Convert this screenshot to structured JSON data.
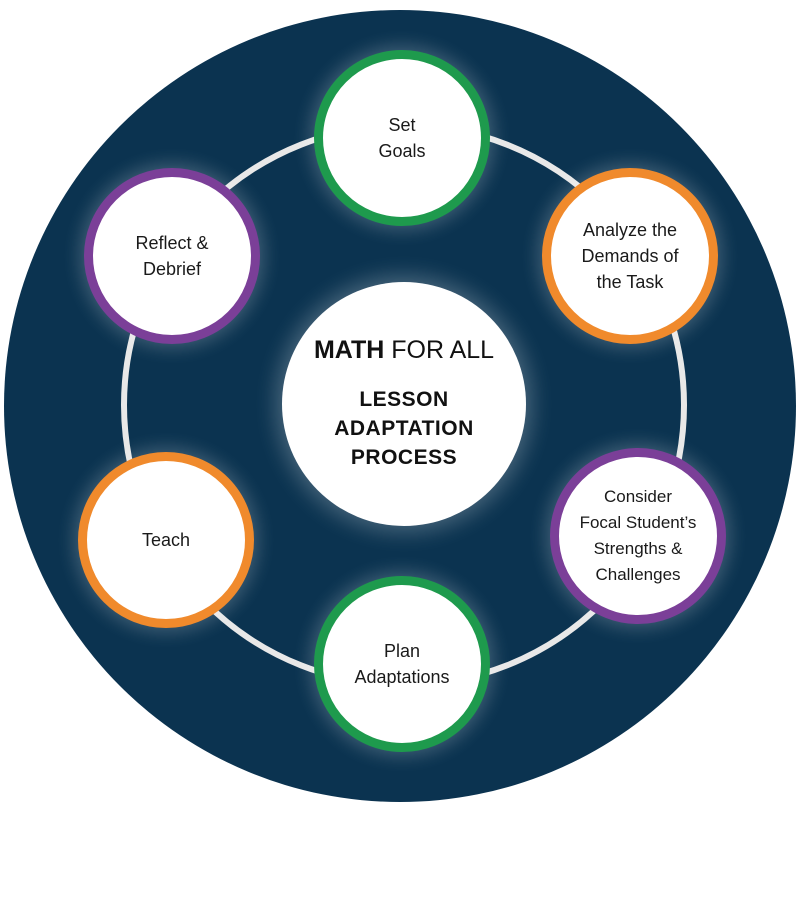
{
  "center": {
    "brand_bold": "MATH",
    "brand_light": "FOR ALL",
    "title_lines": [
      "LESSON",
      "ADAPTATION",
      "PROCESS"
    ]
  },
  "steps": [
    {
      "id": "set-goals",
      "lines": [
        "Set",
        "Goals"
      ],
      "ring_color": "#1e9a4d"
    },
    {
      "id": "analyze-demands",
      "lines": [
        "Analyze the",
        "Demands of",
        "the Task"
      ],
      "ring_color": "#f08a2c"
    },
    {
      "id": "consider-focal-student",
      "lines": [
        "Consider",
        "Focal Student’s",
        "Strengths &",
        "Challenges"
      ],
      "ring_color": "#7b3f98"
    },
    {
      "id": "plan-adaptations",
      "lines": [
        "Plan",
        "Adaptations"
      ],
      "ring_color": "#1e9a4d"
    },
    {
      "id": "teach",
      "lines": [
        "Teach"
      ],
      "ring_color": "#f08a2c"
    },
    {
      "id": "reflect-debrief",
      "lines": [
        "Reflect &",
        "Debrief"
      ],
      "ring_color": "#7b3f98"
    }
  ],
  "colors": {
    "background_disc": "#0b3350",
    "cycle_ring": "#e8e8e8",
    "green": "#1e9a4d",
    "orange": "#f08a2c",
    "purple": "#7b3f98"
  }
}
